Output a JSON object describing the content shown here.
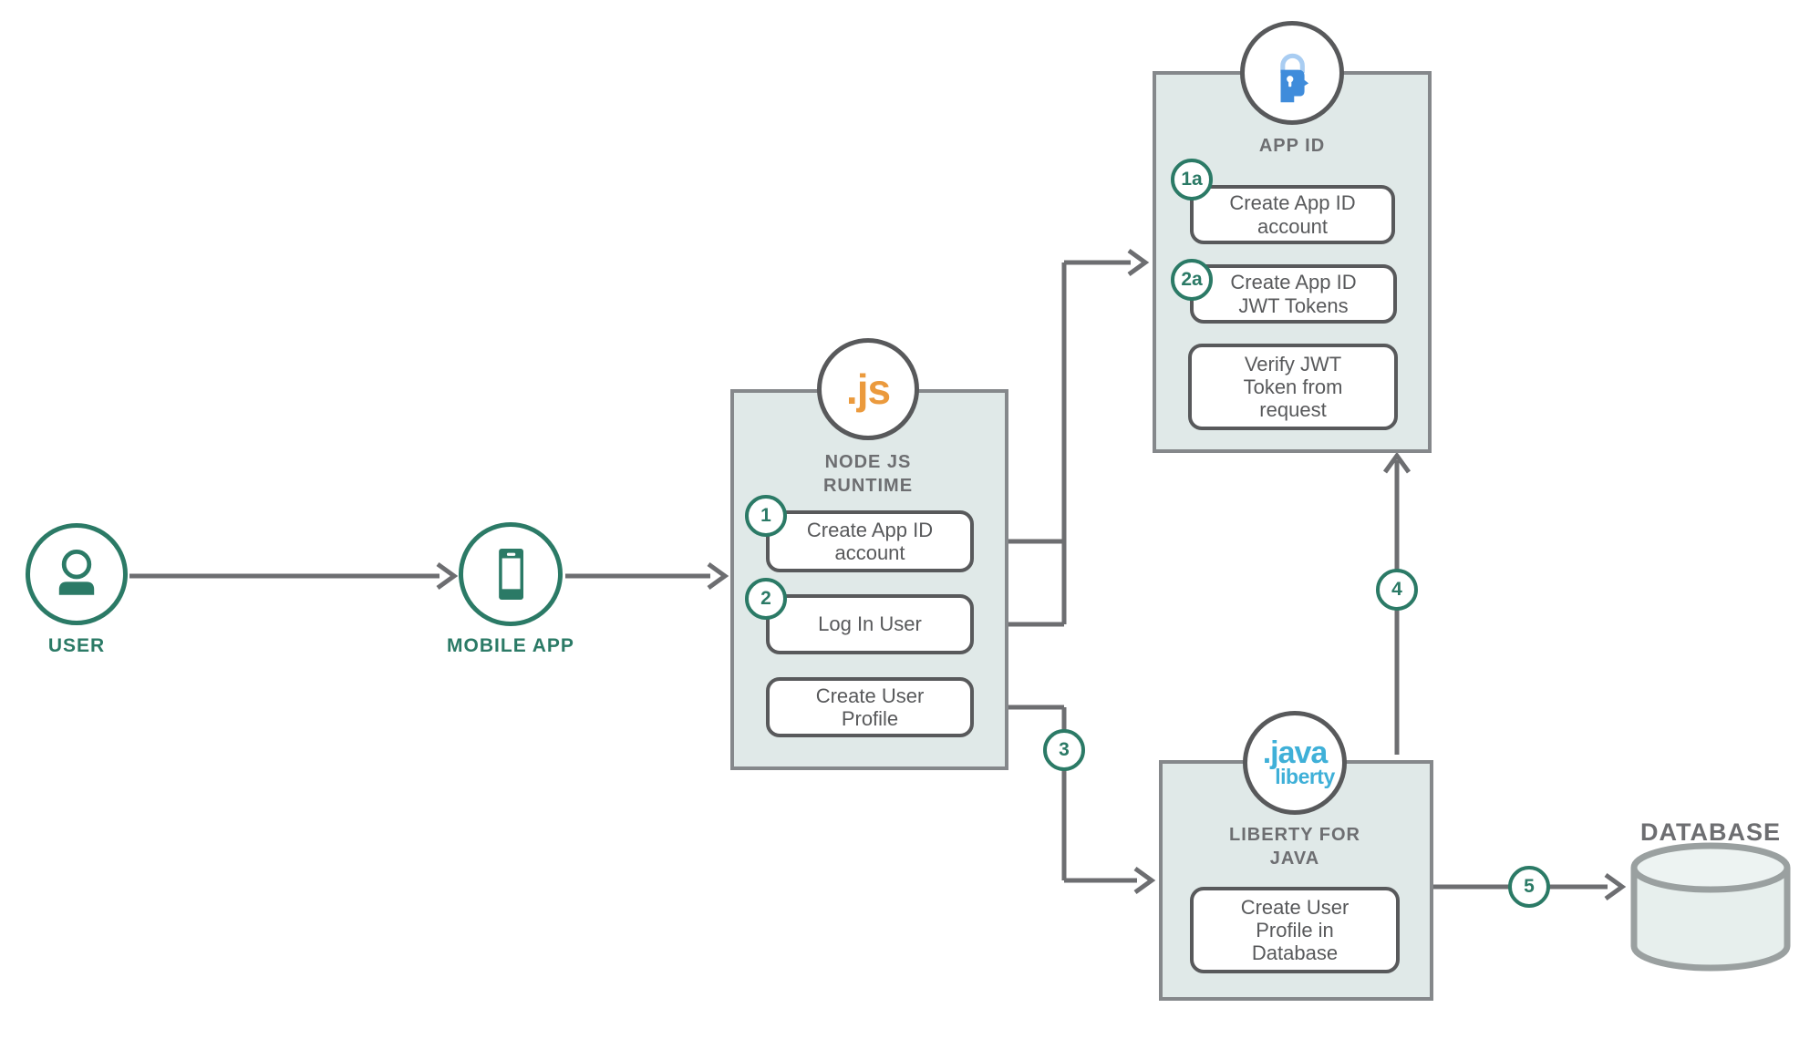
{
  "colors": {
    "green": "#2b7a66",
    "line_gray": "#6d6e71",
    "panel_fill": "#e0e9e8",
    "panel_border": "#85888b",
    "button_border": "#58595b",
    "text_gray": "#58595b",
    "label_gray": "#6d6e71",
    "nodejs_orange": "#eb9a3d",
    "appid_blue": "#3f8cdb",
    "appid_blue_light": "#a9cdf2",
    "liberty_blue": "#3fb0d8"
  },
  "icons": {
    "user": "person-icon",
    "mobile": "smartphone-icon",
    "nodejs": "nodejs-js-icon",
    "appid": "appid-lock-face-icon",
    "liberty": "java-liberty-icon",
    "database": "database-cylinder-icon"
  },
  "actors": {
    "user": {
      "label": "USER"
    },
    "mobile": {
      "label": "MOBILE APP"
    }
  },
  "panels": {
    "nodejs": {
      "icon_text": ".js",
      "title": "NODE JS\nRUNTIME",
      "steps": [
        {
          "badge": "1",
          "label": "Create App ID\naccount"
        },
        {
          "badge": "2",
          "label": "Log In User"
        },
        {
          "badge": "",
          "label": "Create User\nProfile"
        }
      ]
    },
    "appid": {
      "title": "APP ID",
      "steps": [
        {
          "badge": "1a",
          "label": "Create App ID\naccount"
        },
        {
          "badge": "2a",
          "label": "Create App ID\nJWT Tokens"
        },
        {
          "badge": "",
          "label": "Verify JWT\nToken from\nrequest"
        }
      ]
    },
    "liberty": {
      "icon_text_top": ".java",
      "icon_text_bottom": "liberty",
      "title": "LIBERTY FOR\nJAVA",
      "steps": [
        {
          "badge": "",
          "label": "Create User\nProfile in\nDatabase"
        }
      ]
    }
  },
  "database": {
    "label": "DATABASE"
  },
  "edge_badges": {
    "step3": "3",
    "step4": "4",
    "step5": "5"
  }
}
